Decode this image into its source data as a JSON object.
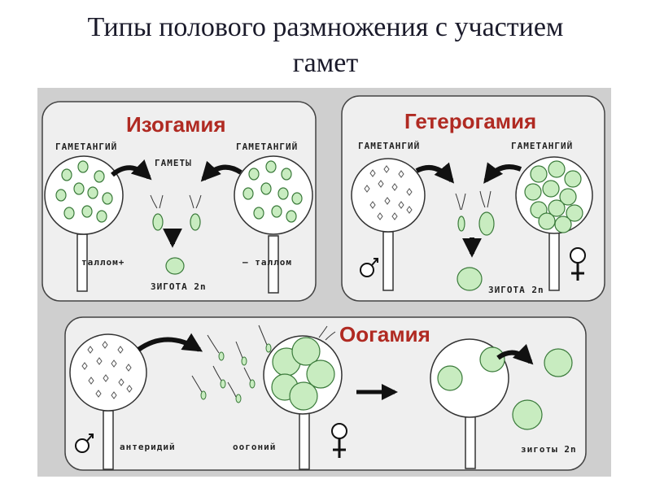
{
  "slide": {
    "title_line1": "Типы полового размножения с участием",
    "title_line2": "гамет"
  },
  "isogamy": {
    "title": "Изогамия",
    "gametangium_left": "ГАМЕТАНГИЙ",
    "gametangium_right": "ГАМЕТАНГИЙ",
    "gametes": "ГАМЕТЫ",
    "thallus_plus": "таллом+",
    "thallus_minus": "– таллом",
    "zygote": "ЗИГОТА 2n"
  },
  "heterogamy": {
    "title": "Гетерогамия",
    "gametangium_left": "ГАМЕТАНГИЙ",
    "gametangium_right": "ГАМЕТАНГИЙ",
    "zygote": "ЗИГОТА 2n"
  },
  "oogamy": {
    "title": "Оогамия",
    "antheridium": "антеридий",
    "oogonium": "оогоний",
    "zygotes": "зиготы 2n"
  },
  "colors": {
    "cell_fill": "#c8ecc0",
    "cell_stroke": "#3a7a3a",
    "title_red": "#b02a22",
    "panel_bg": "#efefef",
    "frame_bg": "#cfcfcf"
  }
}
